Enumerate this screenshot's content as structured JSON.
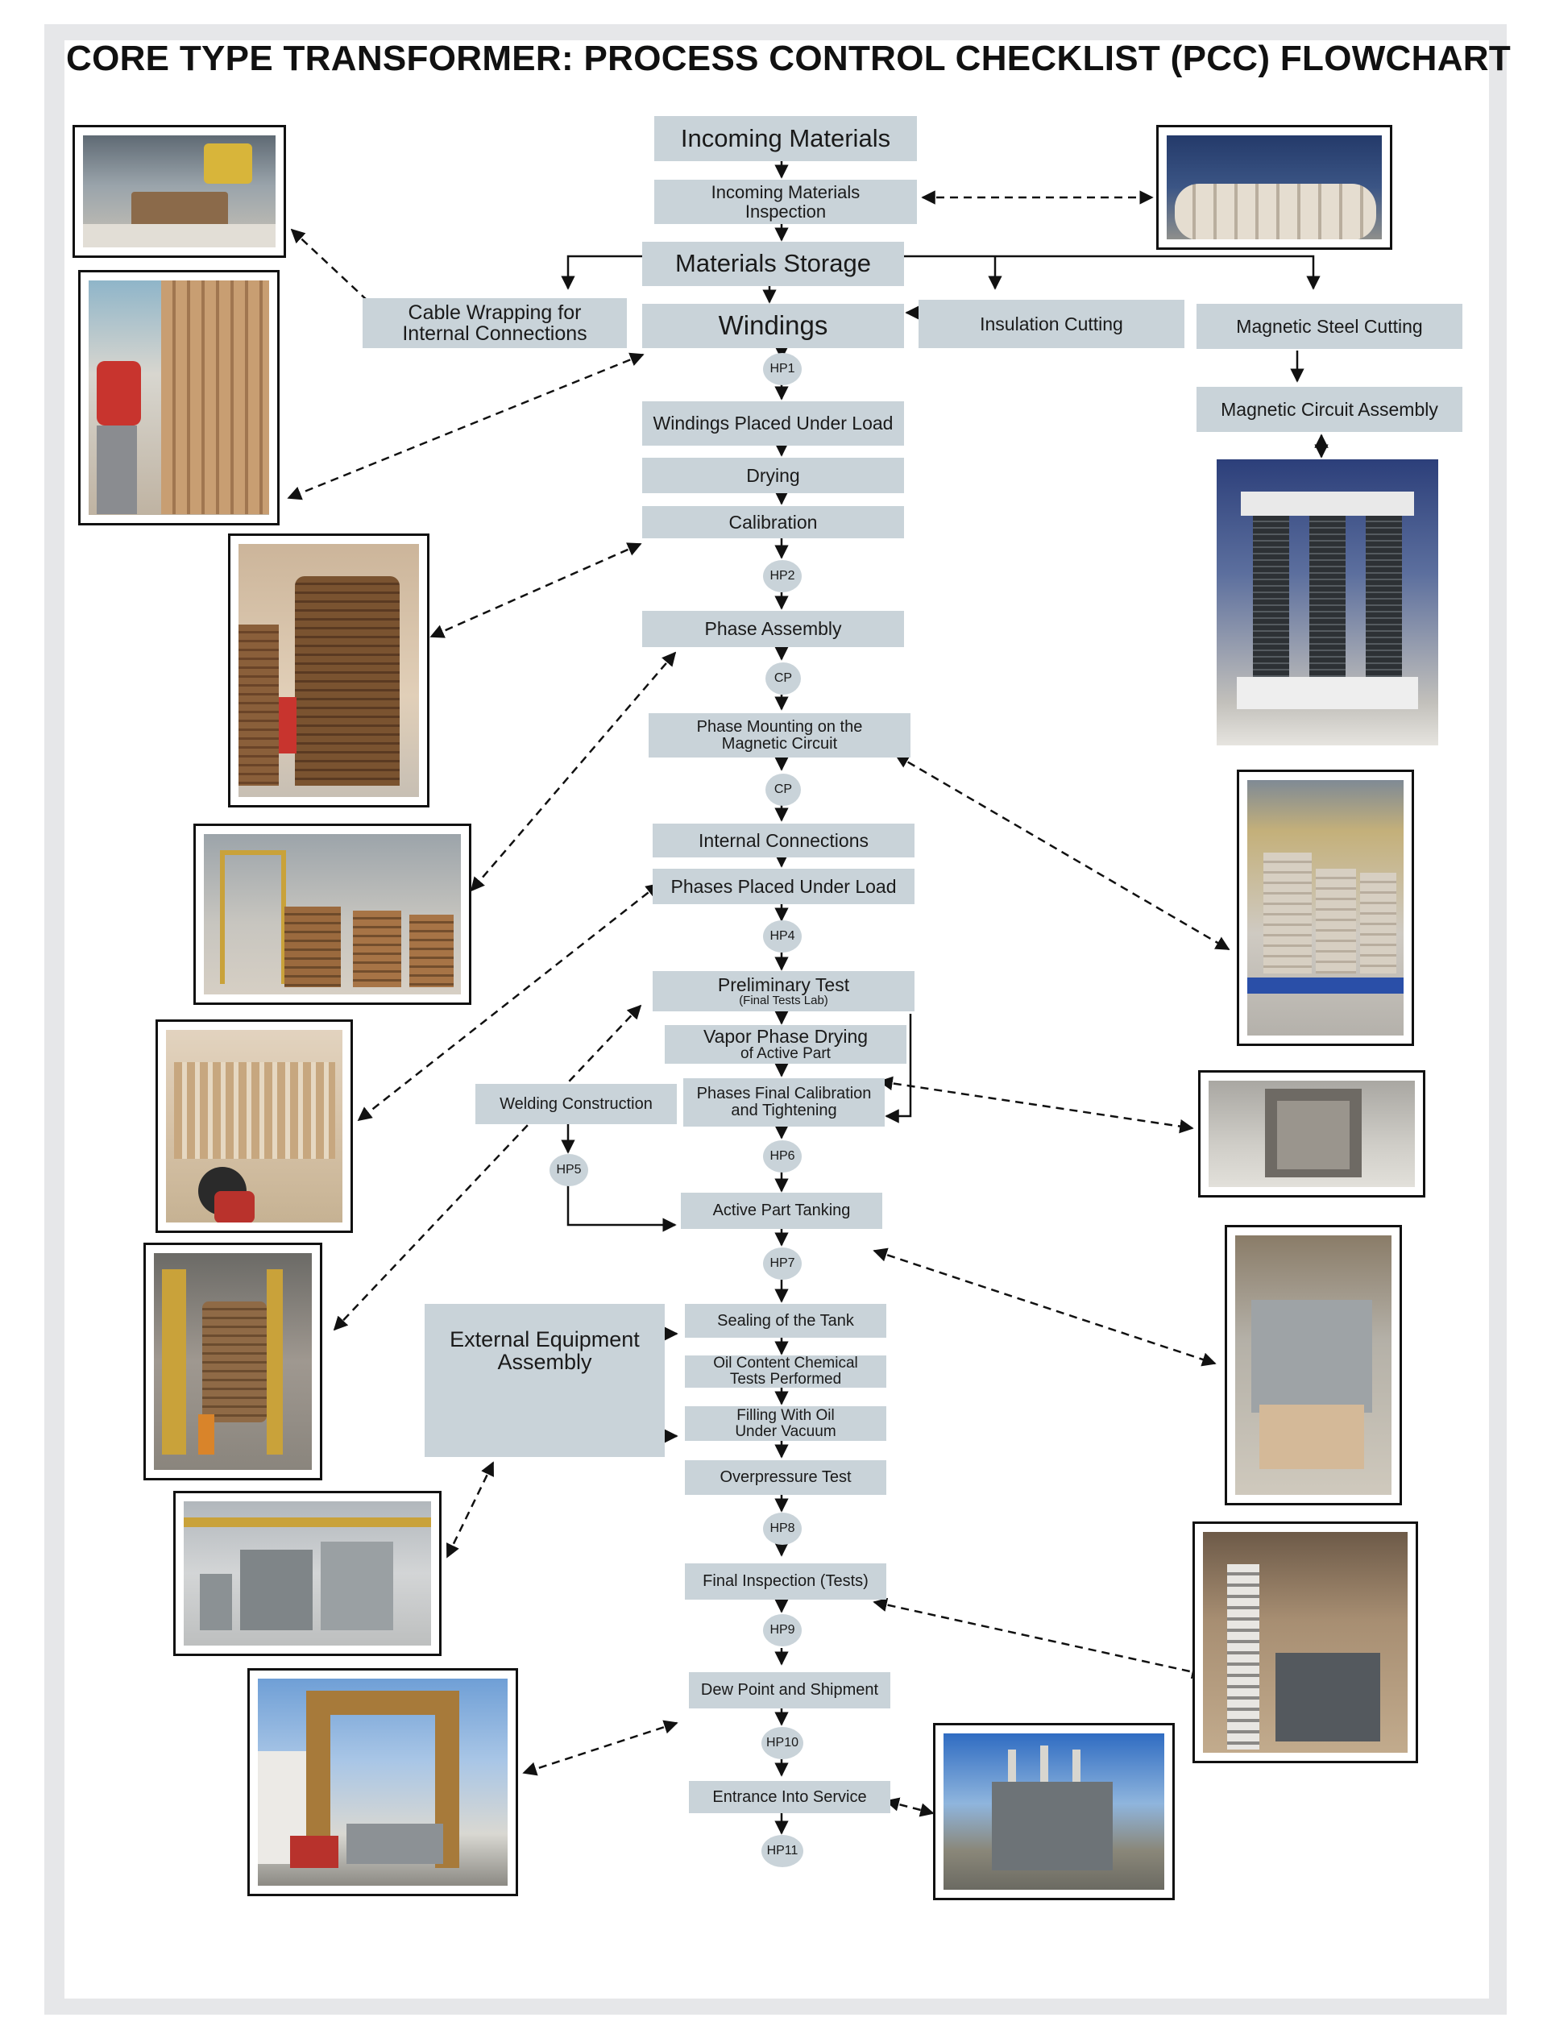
{
  "title": "CORE TYPE TRANSFORMER: PROCESS CONTROL CHECKLIST (PCC) FLOWCHART",
  "nodes": {
    "incoming_materials": "Incoming Materials",
    "incoming_inspection": [
      "Incoming Materials",
      "Inspection"
    ],
    "materials_storage": "Materials Storage",
    "cable_wrapping": [
      "Cable Wrapping for",
      "Internal Connections"
    ],
    "windings": "Windings",
    "insulation_cutting": "Insulation Cutting",
    "magnetic_steel_cutting": "Magnetic Steel Cutting",
    "magnetic_circuit_assembly": "Magnetic Circuit Assembly",
    "windings_placed_under_load": "Windings Placed Under Load",
    "drying": "Drying",
    "calibration": "Calibration",
    "phase_assembly": "Phase Assembly",
    "phase_mounting": [
      "Phase Mounting on the",
      "Magnetic Circuit"
    ],
    "internal_connections": "Internal Connections",
    "phases_placed_under_load": "Phases Placed Under Load",
    "preliminary_test": "Preliminary Test",
    "preliminary_test_sub": "(Final Tests Lab)",
    "vapor_phase_drying": "Vapor Phase Drying",
    "vapor_phase_drying_sub": "of Active Part",
    "welding_construction": "Welding Construction",
    "phases_final_calibration": [
      "Phases Final Calibration",
      "and Tightening"
    ],
    "active_part_tanking": "Active Part Tanking",
    "external_equipment_assembly": [
      "External Equipment",
      "Assembly"
    ],
    "sealing_of_tank": "Sealing of the Tank",
    "oil_content_chemical": [
      "Oil Content Chemical",
      "Tests Performed"
    ],
    "filling_with_oil": [
      "Filling With Oil",
      "Under Vacuum"
    ],
    "overpressure_test": "Overpressure Test",
    "final_inspection": "Final Inspection (Tests)",
    "dew_point_shipment": "Dew Point and Shipment",
    "entrance_into_service": "Entrance Into Service"
  },
  "checkpoints": {
    "hp1": "HP1",
    "hp2": "HP2",
    "cp1": "CP",
    "cp2": "CP",
    "hp4": "HP4",
    "hp5": "HP5",
    "hp6": "HP6",
    "hp7": "HP7",
    "hp8": "HP8",
    "hp9": "HP9",
    "hp10": "HP10",
    "hp11": "HP11"
  },
  "colors": {
    "box_fill": "#c9d3d9",
    "frame": "#e6e7e9",
    "line": "#111111"
  }
}
